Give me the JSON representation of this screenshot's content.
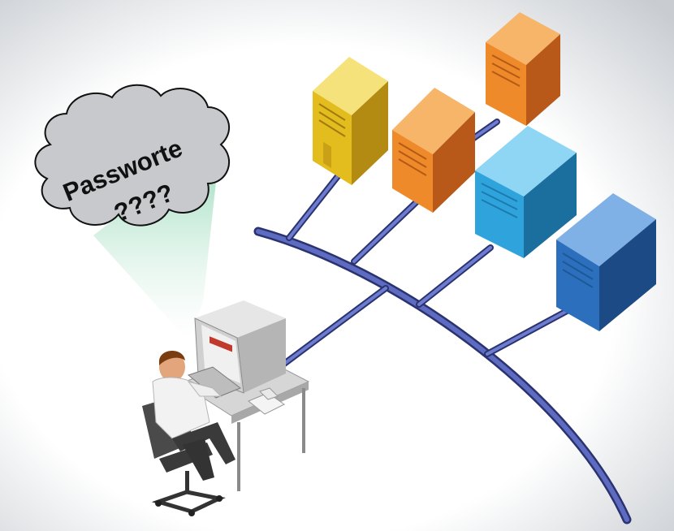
{
  "thought_bubble": {
    "line1": "Passworte",
    "line2": "????"
  },
  "colors": {
    "background_vignette": "#c9cdd2",
    "cloud_fill": "#c7c9cc",
    "cloud_stroke": "#111111",
    "beam": "#7ed1a8",
    "network_cable": "#4a57a8",
    "server_yellow": "#e3bc1d",
    "server_orange": "#ef8a2a",
    "server_cyan": "#2fa4dc",
    "server_blue": "#2c6fbd",
    "monitor": "#d9d9d9",
    "desk": "#d6d6d6",
    "chair": "#4a4a4a"
  },
  "icons": [
    "cloud-thought-bubble",
    "server-tower",
    "computer-monitor",
    "keyboard",
    "office-chair",
    "user-figure"
  ]
}
